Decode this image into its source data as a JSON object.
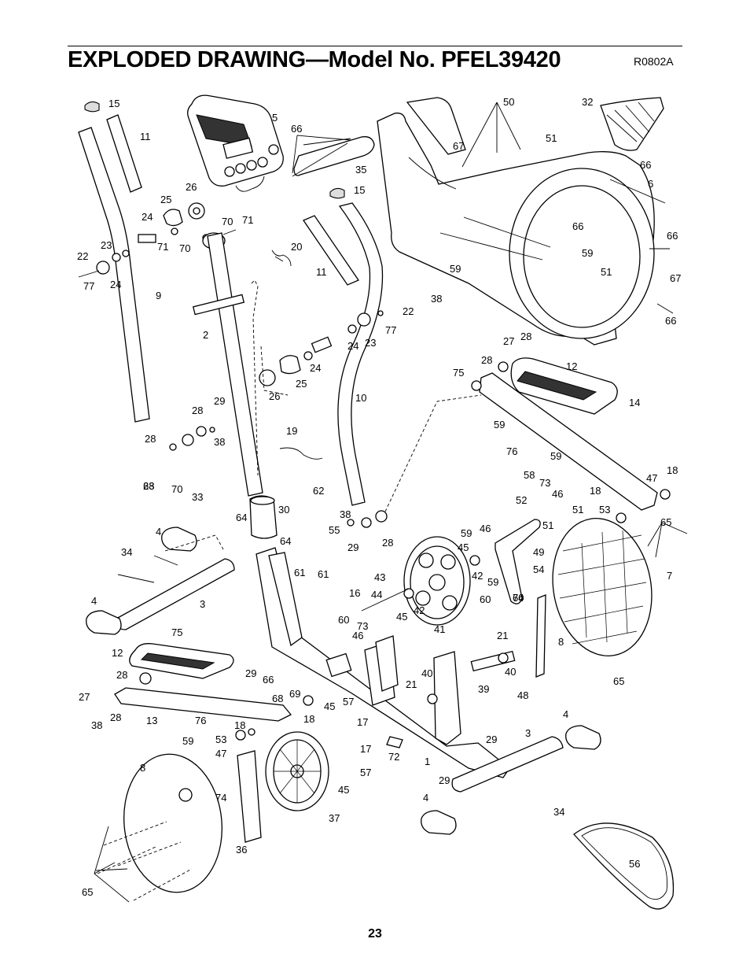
{
  "header": {
    "title": "EXPLODED DRAWING—Model No. PFEL39420",
    "drawing_code": "R0802A"
  },
  "page_number": "23",
  "callouts": [
    "15",
    "11",
    "5",
    "66",
    "35",
    "26",
    "25",
    "24",
    "70",
    "71",
    "71",
    "70",
    "20",
    "23",
    "22",
    "77",
    "24",
    "9",
    "2",
    "15",
    "11",
    "10",
    "22",
    "77",
    "23",
    "24",
    "24",
    "25",
    "26",
    "19",
    "29",
    "28",
    "38",
    "28",
    "30",
    "64",
    "64",
    "62",
    "55",
    "61",
    "61",
    "38",
    "29",
    "28",
    "28",
    "63",
    "70",
    "33",
    "4",
    "34",
    "3",
    "4",
    "75",
    "12",
    "29",
    "66",
    "68",
    "69",
    "28",
    "27",
    "38",
    "28",
    "13",
    "76",
    "59",
    "18",
    "53",
    "47",
    "18",
    "45",
    "57",
    "17",
    "17",
    "72",
    "8",
    "74",
    "36",
    "37",
    "45",
    "57",
    "65",
    "29",
    "1",
    "21",
    "40",
    "39",
    "40",
    "21",
    "48",
    "3",
    "4",
    "29",
    "4",
    "34",
    "56",
    "16",
    "60",
    "44",
    "73",
    "46",
    "45",
    "42",
    "41",
    "43",
    "45",
    "42",
    "59",
    "59",
    "46",
    "60",
    "58",
    "73",
    "46",
    "51",
    "52",
    "51",
    "49",
    "54",
    "60",
    "74",
    "8",
    "65",
    "65",
    "7",
    "67",
    "50",
    "32",
    "66",
    "51",
    "6",
    "59",
    "66",
    "59",
    "51",
    "66",
    "67",
    "66",
    "38",
    "27",
    "28",
    "28",
    "75",
    "12",
    "14",
    "59",
    "76",
    "59",
    "18",
    "47",
    "18",
    "53"
  ]
}
